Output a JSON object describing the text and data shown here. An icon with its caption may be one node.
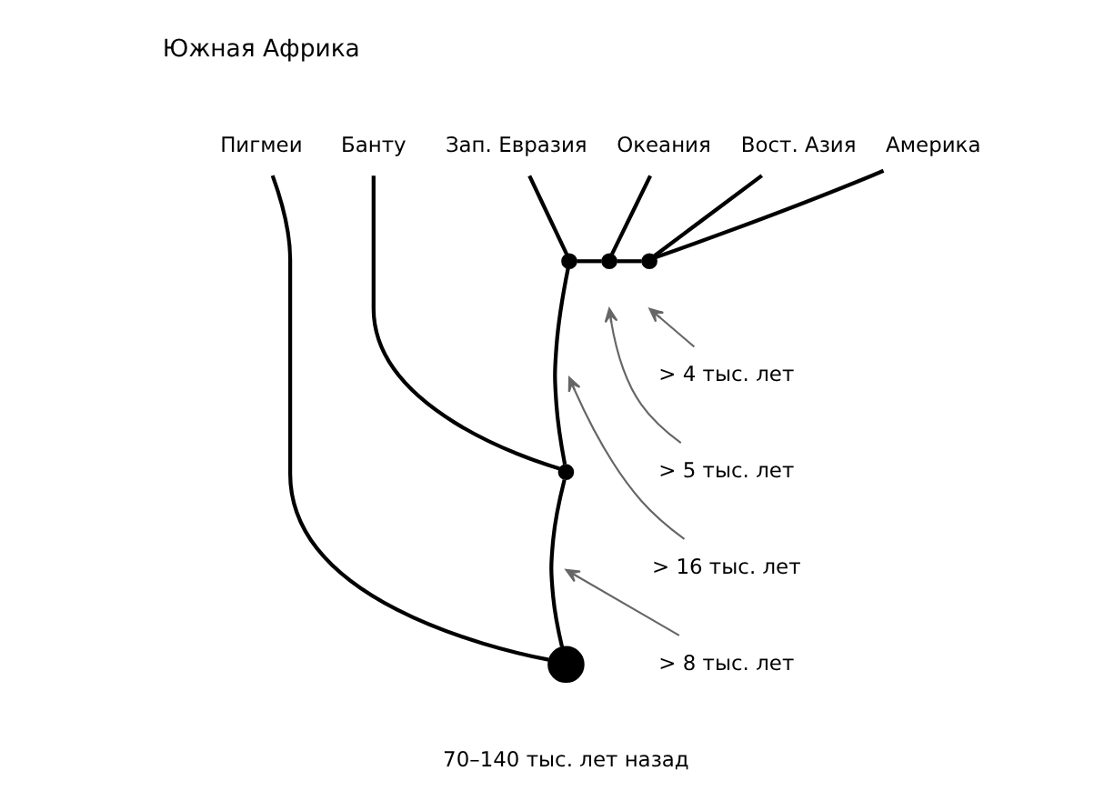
{
  "diagram": {
    "nodes": [
      {
        "text": [
          "Пигмеи"
        ]
      },
      {
        "text": [
          "Банту"
        ]
      },
      {
        "text": [
          "Зап. Евразия"
        ]
      },
      {
        "text": [
          "Океания"
        ]
      },
      {
        "text": [
          "Вост. Азия"
        ]
      },
      {
        "text": [
          "Америка"
        ]
      },
      {
        "text": [],
        "shape": "circle"
      },
      {
        "text": [],
        "shape": "circle"
      },
      {
        "text": [],
        "shape": "circle"
      },
      {
        "text": [],
        "shape": "circle"
      },
      {
        "text": [],
        "shape": "circle",
        "beside": [
          "70–140 тыс. лет назад"
        ]
      },
      {
        "text": [
          "> 4 тыс. лет"
        ]
      },
      {
        "text": [
          "> 5 тыс. лет"
        ]
      },
      {
        "text": [
          "> 16 тыс. лет"
        ]
      },
      {
        "text": [
          "> 8 тыс. лет"
        ]
      }
    ],
    "edges": [
      {
        "from": 10,
        "to": 0,
        "arrow": "none"
      },
      {
        "from": 10,
        "to": 9,
        "arrow": "none"
      },
      {
        "from": 9,
        "to": 1,
        "arrow": "none"
      },
      {
        "from": 9,
        "to": 8,
        "arrow": "none"
      },
      {
        "from": 8,
        "to": 2,
        "arrow": "none"
      },
      {
        "from": 8,
        "to": 7,
        "arrow": "none"
      },
      {
        "from": 7,
        "to": 3,
        "arrow": "none"
      },
      {
        "from": 7,
        "to": 6,
        "arrow": "none"
      },
      {
        "from": 6,
        "to": 4,
        "arrow": "none"
      },
      {
        "from": 6,
        "to": 5,
        "arrow": "none"
      },
      {
        "from": 11,
        "to": null,
        "arrow": "to",
        "color": "#666666"
      },
      {
        "from": 12,
        "to": null,
        "arrow": "to",
        "color": "#666666"
      },
      {
        "from": 13,
        "to": null,
        "arrow": "to",
        "color": "#666666"
      },
      {
        "from": 14,
        "to": null,
        "arrow": "to",
        "color": "#666666"
      }
    ],
    "labels": [
      "Южная Африка"
    ]
  }
}
